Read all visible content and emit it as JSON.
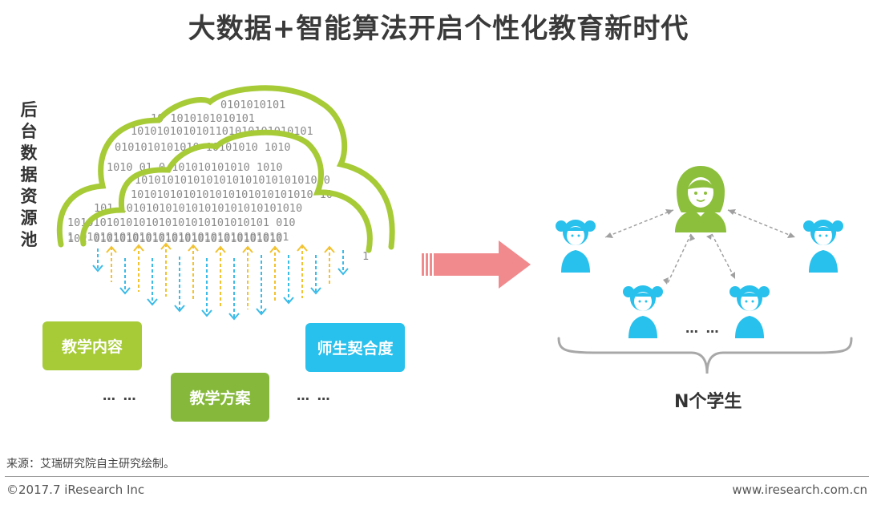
{
  "title": "大数据+智能算法开启个性化教育新时代",
  "side_label": "后台数据资源池",
  "binary": {
    "rows": [
      "0101010101",
      "10  1010101010101",
      "1010101010101101010101010101",
      "0101010101010  10101010   1010",
      "1010   01 0  101010101010 1010",
      "101010101010101010101010101010",
      "1010101010101010101010101010 10",
      "101 1010101010101010101010101010",
      "1010101010101010101010101010101 010",
      "1 01010101010101010101010101010101",
      "101 01010101010101010101010101010",
      "1"
    ]
  },
  "boxes": {
    "content": "教学内容",
    "plan": "教学方案",
    "fit": "师生契合度"
  },
  "ellipsis": "… …",
  "students_caption": "N个学生",
  "source": "来源：艾瑞研究院自主研究绘制。",
  "copyright": "©2017.7 iResearch Inc",
  "website": "www.iresearch.com.cn",
  "colors": {
    "cloud": "#a6cb36",
    "teacher": "#8cbf3b",
    "student": "#28c0ec",
    "arrow": "#f08a8d",
    "down_arrow_blue": "#3bbbe8",
    "up_arrow_yellow": "#f2c230"
  }
}
